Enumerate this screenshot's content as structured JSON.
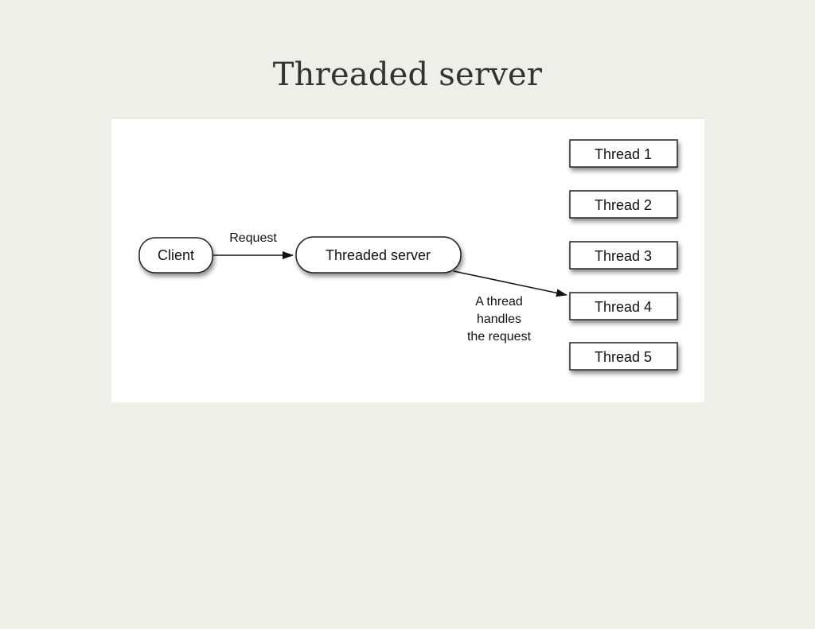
{
  "slide": {
    "title": "Threaded server"
  },
  "diagram": {
    "client_label": "Client",
    "request_label": "Request",
    "server_label": "Threaded server",
    "handler_label_lines": [
      "A thread",
      "handles",
      "the request"
    ],
    "threads": [
      "Thread 1",
      "Thread 2",
      "Thread 3",
      "Thread 4",
      "Thread 5"
    ]
  }
}
